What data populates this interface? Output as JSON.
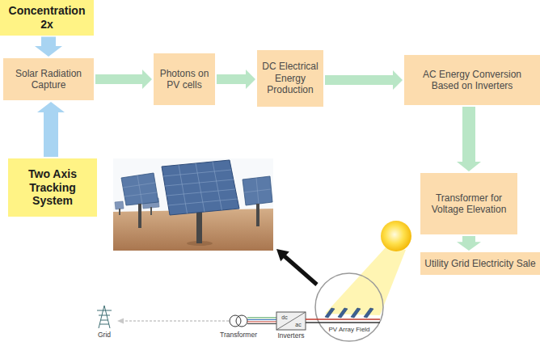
{
  "diagram": {
    "nodes": [
      {
        "text": [
          "Concentration 2x"
        ]
      },
      {
        "text": [
          "Solar Radiation Capture"
        ]
      },
      {
        "text": [
          "Two Axis Tracking System"
        ]
      },
      {
        "text": [
          "Photons on PV cells"
        ]
      },
      {
        "text": [
          "DC Electrical Energy Production"
        ]
      },
      {
        "text": [
          "AC Energy Conversion Based on Inverters"
        ]
      },
      {
        "text": [
          "Transformer for Voltage Elevation"
        ]
      },
      {
        "text": [
          "Utility Grid Electricity Sale"
        ]
      }
    ],
    "edges": [
      {
        "from": 0,
        "to": 1,
        "arrow": "to"
      },
      {
        "from": 2,
        "to": 1,
        "arrow": "to"
      },
      {
        "from": 1,
        "to": 3,
        "arrow": "to"
      },
      {
        "from": 3,
        "to": 4,
        "arrow": "to"
      },
      {
        "from": 4,
        "to": 5,
        "arrow": "to"
      },
      {
        "from": 5,
        "to": 6,
        "arrow": "to"
      },
      {
        "from": 6,
        "to": 7,
        "arrow": "to"
      }
    ],
    "labels": [
      "Grid",
      "Transformer",
      "Inverters",
      "dc",
      "ac",
      "PV Array Field"
    ]
  }
}
